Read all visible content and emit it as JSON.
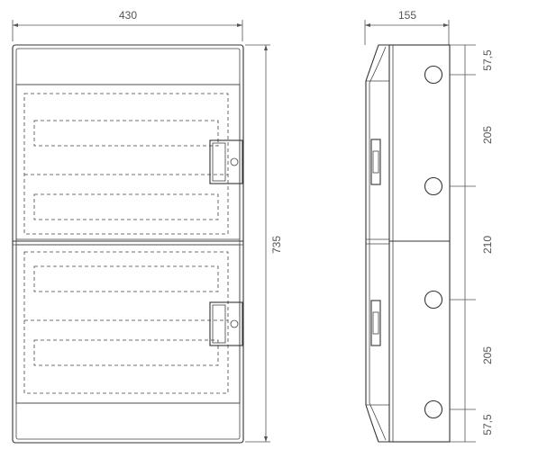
{
  "drawing": {
    "front": {
      "width_label": "430",
      "height_label": "735"
    },
    "side": {
      "depth_label": "155",
      "segments": [
        {
          "label": "57,5"
        },
        {
          "label": "205"
        },
        {
          "label": "210"
        },
        {
          "label": "205"
        },
        {
          "label": "57,5"
        }
      ]
    },
    "colors": {
      "line": "#333333",
      "dimension": "#555555",
      "background": "#ffffff"
    }
  }
}
